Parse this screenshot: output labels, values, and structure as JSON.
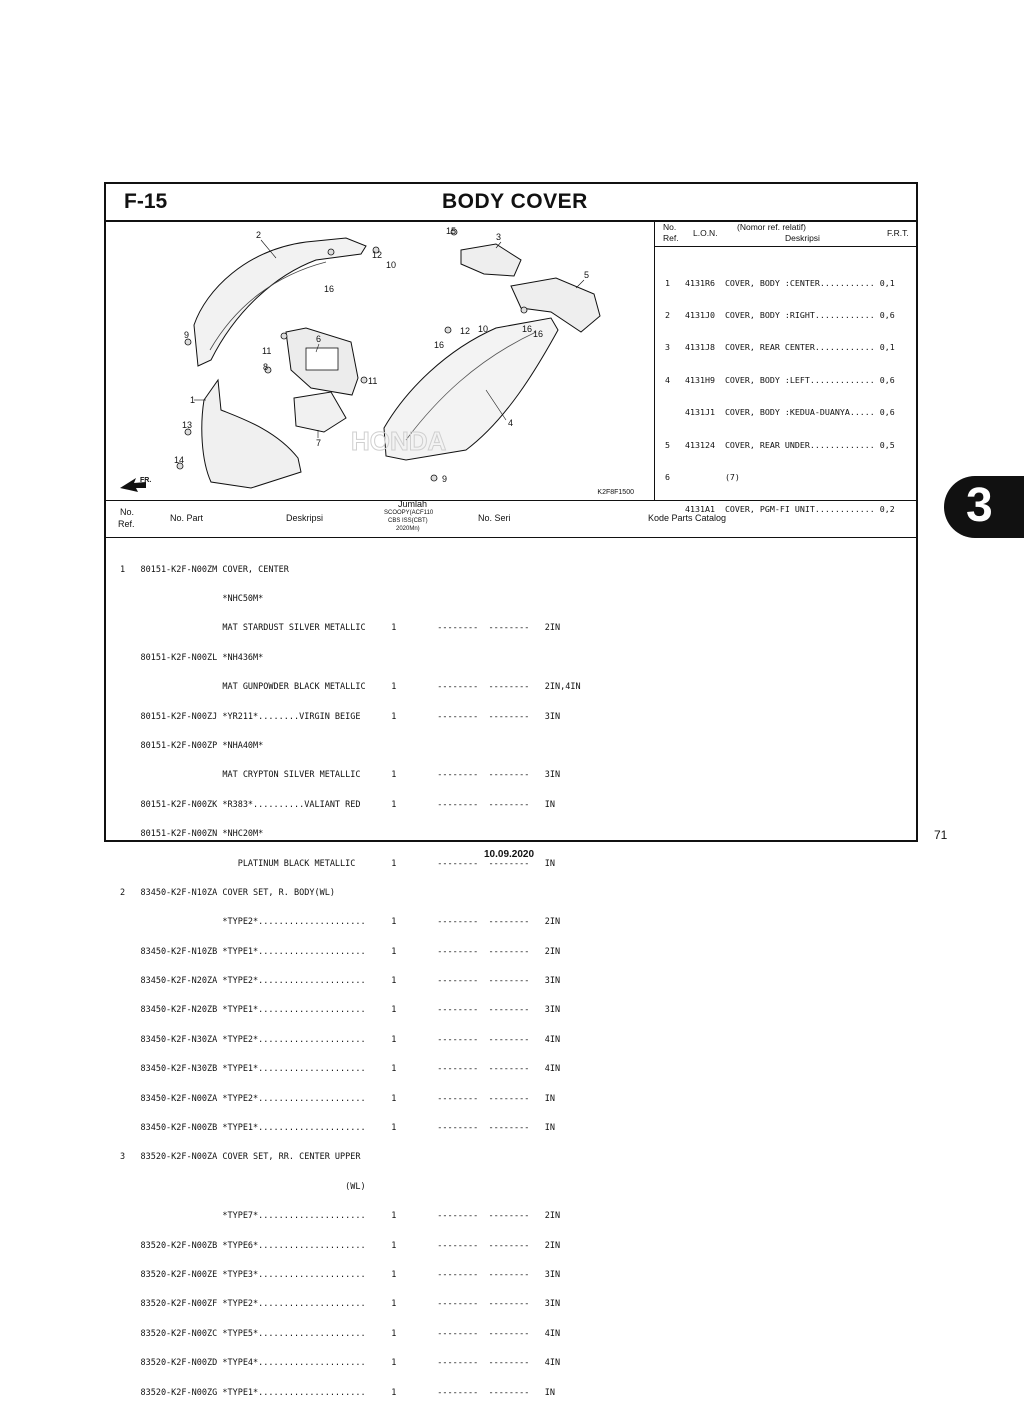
{
  "header": {
    "figure_code": "F-15",
    "title": "BODY COVER"
  },
  "diagram": {
    "code": "K2F8F1500",
    "callouts": [
      "1",
      "2",
      "3",
      "4",
      "5",
      "6",
      "7",
      "8",
      "9",
      "9",
      "11",
      "11",
      "12",
      "12",
      "13",
      "14",
      "15",
      "16",
      "16",
      "16",
      "10",
      "10",
      "16"
    ],
    "brand_watermark": "HONDA"
  },
  "ref_panel": {
    "col_no": "No.",
    "col_ref": "Ref.",
    "col_lon": "L.O.N.",
    "col_desc_top": "(Nomor ref. relatif)",
    "col_desc": "Deskripsi",
    "col_frt": "F.R.T.",
    "rows": [
      "1   4131R6  COVER, BODY :CENTER........... 0,1",
      "2   4131J0  COVER, BODY :RIGHT............ 0,6",
      "3   4131J8  COVER, REAR CENTER............ 0,1",
      "4   4131H9  COVER, BODY :LEFT............. 0,6",
      "    4131J1  COVER, BODY :KEDUA-DUANYA..... 0,6",
      "5   413124  COVER, REAR UNDER............. 0,5",
      "6           (7)",
      "    4131A1  COVER, PGM-FI UNIT............ 0,2"
    ]
  },
  "table_head": {
    "no_ref_1": "No.",
    "no_ref_2": "Ref.",
    "no_part": "No. Part",
    "deskripsi": "Deskripsi",
    "jumlah": "Jumlah",
    "model_1": "SCOOPY(ACF110",
    "model_2": "CBS ISS(CBT)",
    "model_3": "2020Mn)",
    "no_seri": "No. Seri",
    "catalog": "Kode Parts Catalog"
  },
  "parts_rows": [
    "1   80151-K2F-N00ZM COVER, CENTER",
    "                    *NHC50M*",
    "                    MAT STARDUST SILVER METALLIC     1        --------  --------   2IN",
    "    80151-K2F-N00ZL *NH436M*",
    "                    MAT GUNPOWDER BLACK METALLIC     1        --------  --------   2IN,4IN",
    "    80151-K2F-N00ZJ *YR211*........VIRGIN BEIGE      1        --------  --------   3IN",
    "    80151-K2F-N00ZP *NHA40M*",
    "                    MAT CRYPTON SILVER METALLIC      1        --------  --------   3IN",
    "    80151-K2F-N00ZK *R383*..........VALIANT RED      1        --------  --------   IN",
    "    80151-K2F-N00ZN *NHC20M*",
    "                       PLATINUM BLACK METALLIC       1        --------  --------   IN",
    "2   83450-K2F-N10ZA COVER SET, R. BODY(WL)",
    "                    *TYPE2*.....................     1        --------  --------   2IN",
    "    83450-K2F-N10ZB *TYPE1*.....................     1        --------  --------   2IN",
    "    83450-K2F-N20ZA *TYPE2*.....................     1        --------  --------   3IN",
    "    83450-K2F-N20ZB *TYPE1*.....................     1        --------  --------   3IN",
    "    83450-K2F-N30ZA *TYPE2*.....................     1        --------  --------   4IN",
    "    83450-K2F-N30ZB *TYPE1*.....................     1        --------  --------   4IN",
    "    83450-K2F-N00ZA *TYPE2*.....................     1        --------  --------   IN",
    "    83450-K2F-N00ZB *TYPE1*.....................     1        --------  --------   IN",
    "3   83520-K2F-N00ZA COVER SET, RR. CENTER UPPER",
    "                                            (WL)",
    "                    *TYPE7*.....................     1        --------  --------   2IN",
    "    83520-K2F-N00ZB *TYPE6*.....................     1        --------  --------   2IN",
    "    83520-K2F-N00ZE *TYPE3*.....................     1        --------  --------   3IN",
    "    83520-K2F-N00ZF *TYPE2*.....................     1        --------  --------   3IN",
    "    83520-K2F-N00ZC *TYPE5*.....................     1        --------  --------   4IN",
    "    83520-K2F-N00ZD *TYPE4*.....................     1        --------  --------   4IN",
    "    83520-K2F-N00ZG *TYPE1*.....................     1        --------  --------   IN"
  ],
  "footer": {
    "page_number": "71",
    "date": "10.09.2020",
    "section_tab": "3"
  }
}
